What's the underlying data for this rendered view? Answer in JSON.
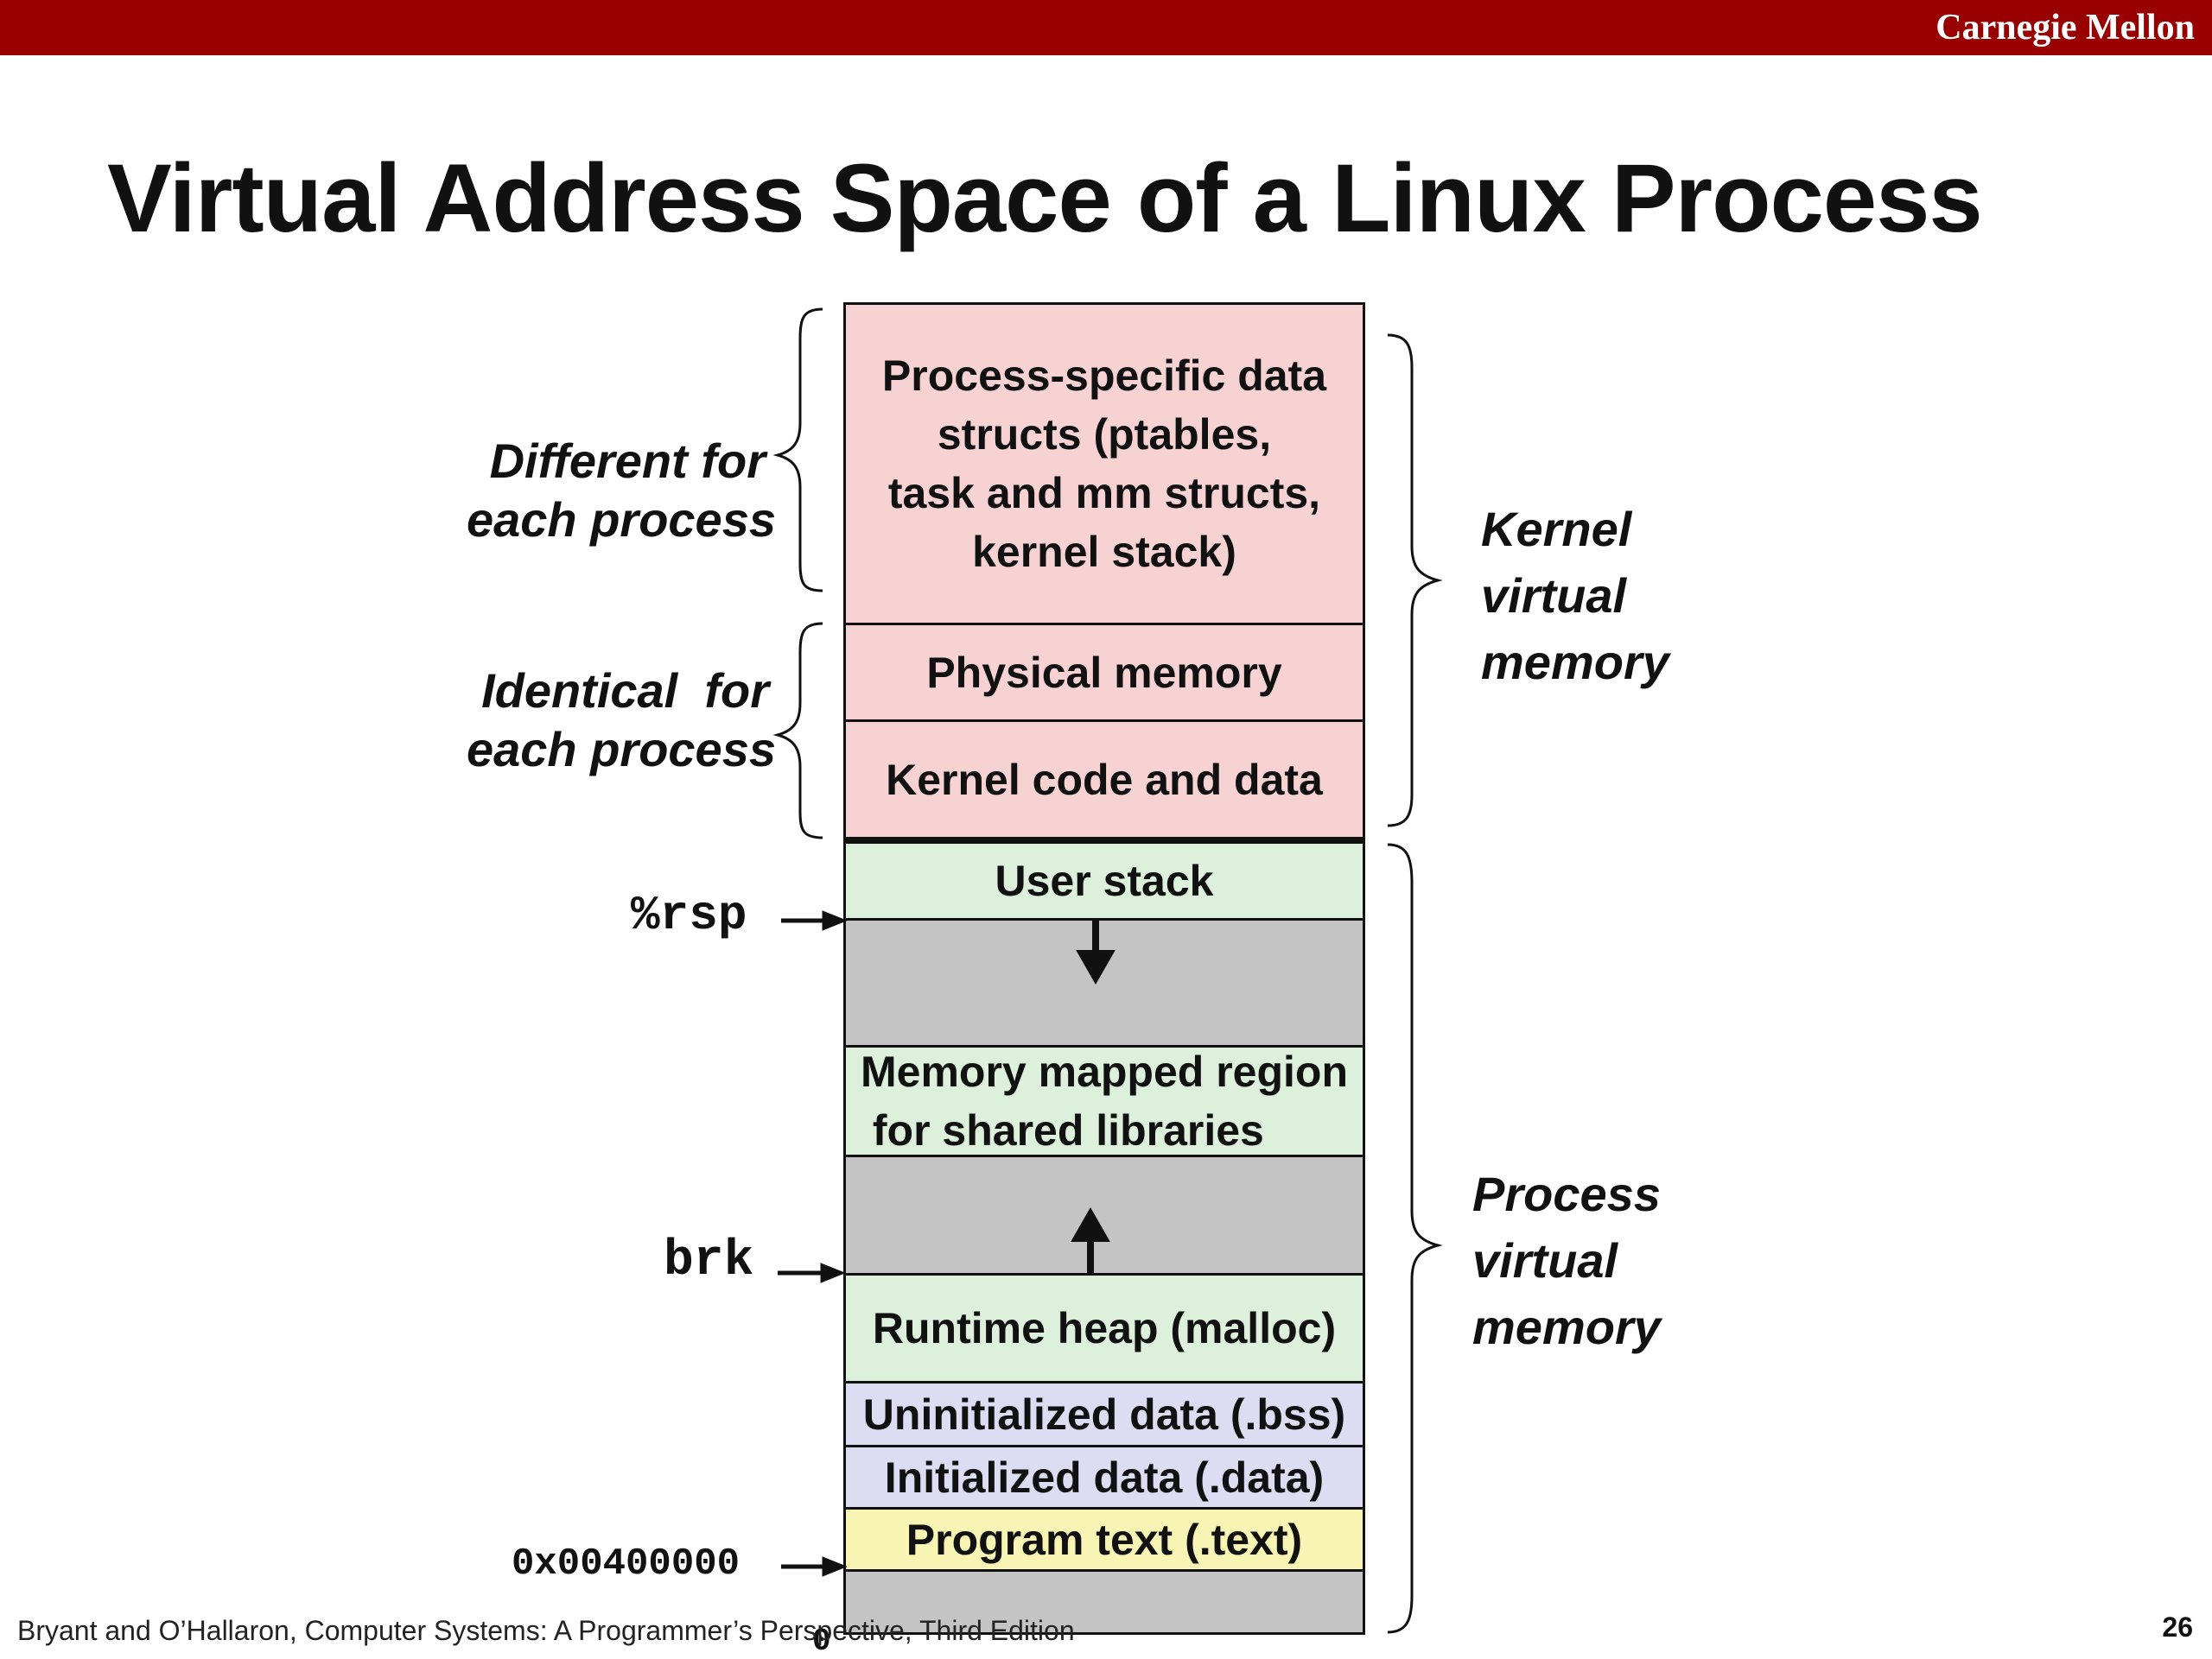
{
  "header": {
    "brand": "Carnegie Mellon"
  },
  "title": "Virtual Address Space of a Linux Process",
  "segments": {
    "process_specific": [
      "Process-specific data",
      "structs  (ptables,",
      "task and mm structs,",
      "kernel stack)"
    ],
    "physical_memory": "Physical memory",
    "kernel_code": "Kernel code and data",
    "user_stack": "User stack",
    "mmap_region": [
      "Memory mapped region",
      " for shared libraries"
    ],
    "runtime_heap": "Runtime heap (malloc)",
    "bss": "Uninitialized data (.bss)",
    "data": "Initialized data (.data)",
    "text": "Program text (.text)"
  },
  "left_labels": {
    "different": [
      "Different for",
      "each process"
    ],
    "identical": [
      "Identical  for",
      "each process"
    ]
  },
  "right_labels": {
    "kernel": [
      "Kernel",
      "virtual",
      "memory"
    ],
    "process": [
      "Process",
      "virtual",
      "memory"
    ]
  },
  "pointers": {
    "rsp": "%rsp",
    "brk": "brk",
    "text_start": "0x00400000",
    "zero": "0"
  },
  "colors": {
    "kernel_fill": "#f7d2d3",
    "user_fill": "#dcf0dc",
    "gap_fill": "#c4c4c4",
    "data_fill": "#dcdcf2",
    "text_fill": "#f7f4b4",
    "header_bar": "#990000"
  },
  "footer": {
    "citation": "Bryant and O’Hallaron, Computer Systems: A Programmer’s Perspective, Third Edition",
    "page": "26"
  }
}
